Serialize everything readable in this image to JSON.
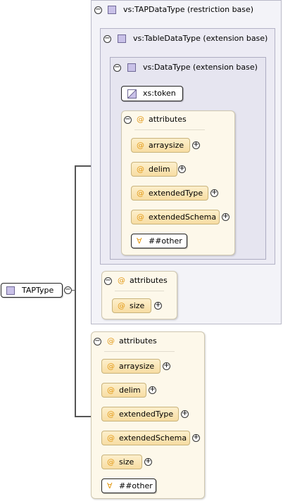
{
  "root": {
    "label": "TAPType",
    "attributes_label": "attributes"
  },
  "restriction": {
    "label": "vs:TAPDataType (restriction base)",
    "extension": {
      "label": "vs:TableDataType (extension base)",
      "data_type": {
        "label": "vs:DataType (extension base)",
        "token": "xs:token",
        "attributes_label": "attributes",
        "attributes": [
          "arraysize",
          "delim",
          "extendedType",
          "extendedSchema"
        ],
        "other": "##other"
      }
    },
    "attributes_label": "attributes",
    "attributes": [
      "size"
    ]
  },
  "own_attributes": {
    "label": "attributes",
    "attributes": [
      "arraysize",
      "delim",
      "extendedType",
      "extendedSchema",
      "size"
    ],
    "other": "##other"
  },
  "symbols": {
    "at": "@",
    "collapse": "⊖",
    "expand": "⊕",
    "wildcard": "∀"
  }
}
